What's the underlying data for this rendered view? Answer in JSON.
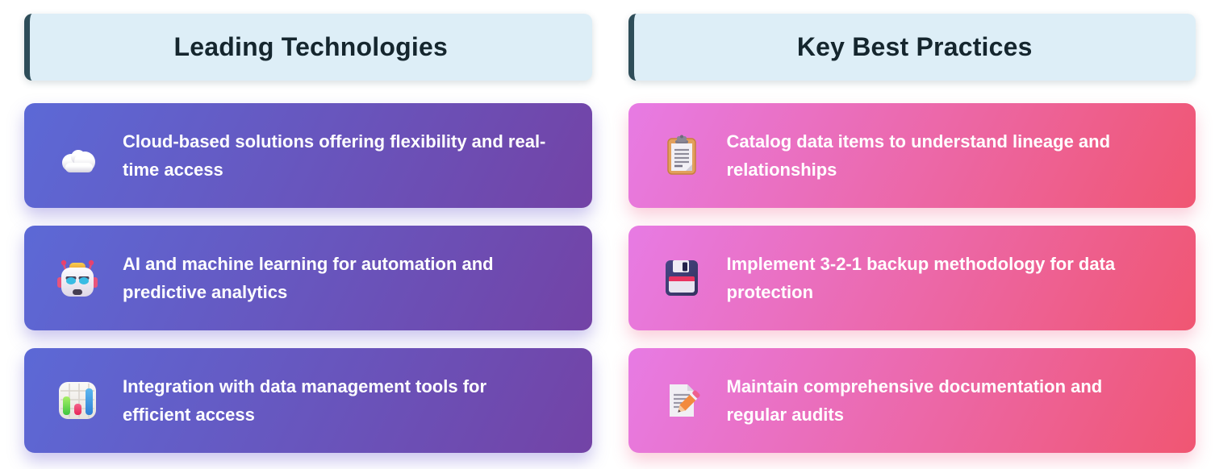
{
  "columns": [
    {
      "title": "Leading Technologies",
      "items": [
        {
          "icon": "cloud-icon",
          "text": "Cloud-based solutions offering flexibility and real-time access"
        },
        {
          "icon": "robot-icon",
          "text": "AI and machine learning for automation and predictive analytics"
        },
        {
          "icon": "bar-chart-icon",
          "text": "Integration with data management tools for efficient access"
        }
      ]
    },
    {
      "title": "Key Best Practices",
      "items": [
        {
          "icon": "clipboard-icon",
          "text": "Catalog data items to understand lineage and relationships"
        },
        {
          "icon": "floppy-disk-icon",
          "text": "Implement 3-2-1 backup methodology for data protection"
        },
        {
          "icon": "memo-icon",
          "text": "Maintain comprehensive documentation and regular audits"
        }
      ]
    }
  ],
  "colors": {
    "header_bg": "#ddeef7",
    "header_border": "#2e4d59",
    "header_text": "#15262e",
    "card_text": "#ffffff",
    "purple_from": "#5c69d6",
    "purple_to": "#7343a6",
    "pink_from": "#e77be4",
    "pink_to": "#f05672"
  }
}
